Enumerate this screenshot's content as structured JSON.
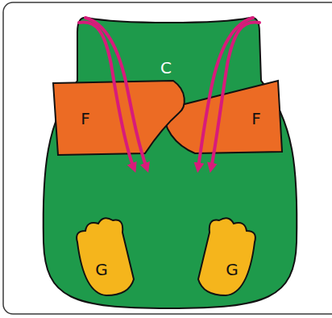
{
  "diagram": {
    "labels": [
      "C",
      "F",
      "F",
      "G",
      "G"
    ]
  }
}
